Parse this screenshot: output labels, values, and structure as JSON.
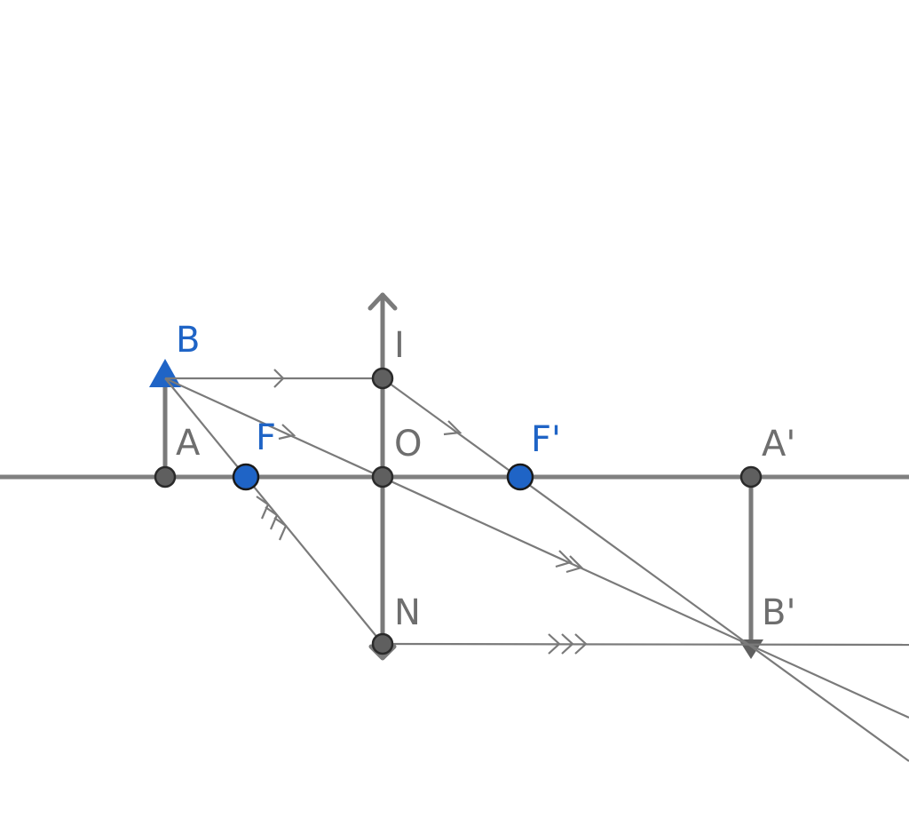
{
  "labels": {
    "B": "B",
    "A": "A",
    "F": "F",
    "I": "I",
    "O": "O",
    "F_prime": "F'",
    "A_prime": "A'",
    "N": "N",
    "B_prime": "B'"
  },
  "colors": {
    "gray": "#7a7a7a",
    "point_gray": "#5f5f5f",
    "blue": "#1f64c6",
    "background": "#ffffff"
  }
}
